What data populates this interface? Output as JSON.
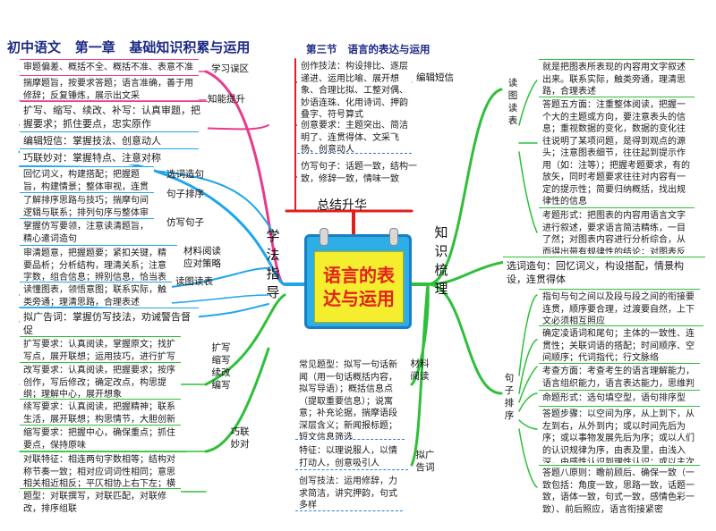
{
  "header": {
    "book": "初中语文",
    "chapter": "第一章",
    "chapter_title": "基础知识积累与运用",
    "section": "第三节",
    "section_title": "语言的表达与运用"
  },
  "center": {
    "title": "语言的表达与运用"
  },
  "branches": {
    "summary": "总结升华",
    "method": "学法指导",
    "knowledge": "知识梳理"
  },
  "summary": {
    "news_label": "编辑短信",
    "news_req": "创作技法：构设排比、逐层递进、运用比喻、展开想象、合理比拟、工整对偶、妙语连珠、化用诗词、押韵叠字、符号算式",
    "news_keys": "创意要求：主题突出、简洁明了、连贯得体、文采飞扬、创意动人",
    "imitate": "仿写句子：话题一致，结构一致，修辞一致，情味一致"
  },
  "left": {
    "mistakes_label": "学习误区",
    "mistakes": "审题偏差、概括不全、概括不准、表意不准",
    "ability_label": "知能提升",
    "ability": "揣摩题旨，按要求答题；语言准确，善于用修辞；反复锤炼，展示出文采",
    "expand": "扩写、缩写、续改、补写：认真审题，把握要求；抓住要点，忠实原作",
    "news_tip": "编辑短信：掌握技法、创意动人",
    "ingenious": "巧联妙对：掌握特点、注意对称",
    "choose_label": "选词造句",
    "choose": "回忆词义，构建搭配；把握题旨，构建情景；整体审视，连贯得体",
    "order_label": "句子排序",
    "order": "了解排序思路与技巧；揣摩句间逻辑与联系；排列句序与整体审读",
    "imitate_label": "仿写句子",
    "imitate": "掌握仿写要领，注意读清题旨，精心遣词造句",
    "material_label": "材料阅读应对策略",
    "material": "审清题意，把握题要；紧扣关键，精要品析；分析结构，理清关系；注意字数，组合信息；辨别信息，恰当表述",
    "chart_label": "读图读表",
    "chart": "读懂图表，领悟意图；联系实际，触类旁通；理清思路，合理表述",
    "ad": "拟广告词：掌握仿写技法，劝诫警告督促",
    "write_label": "扩写缩写续改编写",
    "expand_req": "扩写要求：认真阅读，掌握原文；找扩写点，展开联想；运用技巧，进行扩写",
    "rewrite_req": "改写要求：认真阅读，把握要求；按序创作，写后修改；确定改点，构思提纲；理解中心，展开想象",
    "continue_req": "续写要求：认真阅读，把握精神；联系生活，展开联想；构思情节，大胆创新",
    "shrink_req": "缩写要求：把握中心，确保重点；抓住要点，保持原味",
    "couplet_label": "巧联妙对",
    "couplet_feature": "对联特征：相连两句字数相等；结构对称节奏一致；相对应词词性相同；意思相关相近相反；平仄相协上右下左；横批画龙点睛",
    "couplet_type": "题型：对联撰写，对联匹配，对联修改，排序组联"
  },
  "right": {
    "chart_label": "读图读表",
    "chart_def": "就是把图表所表现的内容用文字叙述出来。联系实际，触类旁通，理清思路，合理表述",
    "chart_method": "答题五方面：注重整体阅读，把握一个大的主题或方向，要注意表头的信息；重视数据的变化，数据的变化往往说明了某项问题，是得到观点的源头；注意图表细节，往往起到提示作用（如：注等）；把握考题要求，有的放矢，同时考题要求往往对内容有一定的提示性；简要归纳概括，找出规律性的信息",
    "chart_form": "考题形式：把图表的内容用语言文字进行叙述，要求语言简洁精练，一目了然；对图表内容进行分析综合，从而得出带有规律性的结论；对图表反映的问题谈谈个人的看法，提出建设性意见",
    "choose": "选词造句：回忆词义，构设搭配，情景构设，连贯得体",
    "order_label": "句子排序",
    "order_def": "指句与句之间以及段与段之间的衔接要连贯，顺序要合理，过渡要自然，上下文必须相互照应",
    "order_rule": "确定凌语词和尾句；主体的一致性、连贯性；关联词语的搭配；时间顺序、空间顺序；代词指代；行文脉络",
    "order_exam": "考查方面：考查考生的语言理解能力，语言组织能力，语言表达能力，思维判断能力",
    "order_form": "命题形式：选句填空型，语句排序型",
    "order_steps": "答题步骤：以空间为序，从上到下，从左到右，从外到内；或以时间先后为序；或以事物发展先后为序；或以人们的认识规律为序，由表及里，由浅入深，由感性认识到理性认识；或以主次轻重为序",
    "order_principle": "答题八原则：瞻前顾后、确保一致（一致包括：角度一致，思路一致，话题一致，语体一致，句式一致，感情色彩一致）、前后照应，语言衔接紧密",
    "material_label": "材料阅读",
    "material": "常见题型：拟写一句话新闻（用一句话概括内容，拟写导语）；概括信息点（提取重要信息）；说寓意；补充论据，揣摩语段深层含义；新闻报标题；短文信息筛选",
    "ad_label": "拟广告词",
    "ad_feature": "特征：以理说服人，以情打动人，创意吸引人",
    "ad_tech": "创写技法：运用修辞，力求简洁，讲究押韵，句式多样"
  }
}
